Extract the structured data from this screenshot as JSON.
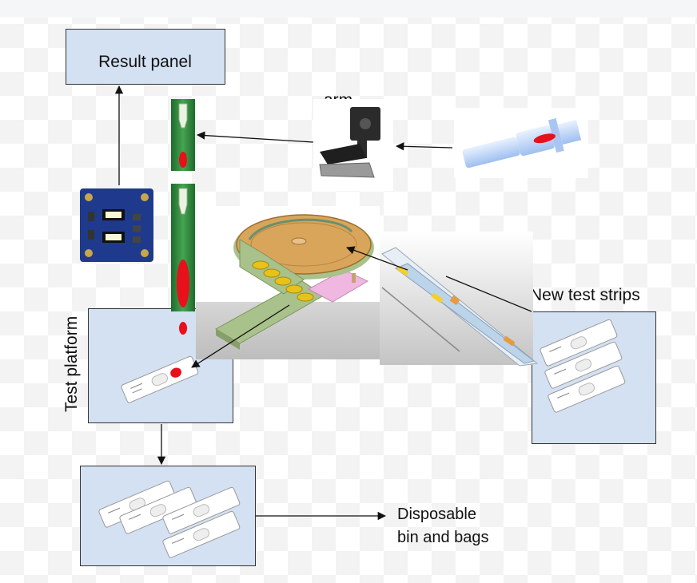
{
  "labels": {
    "result_panel": "Result panel",
    "arm": "arm",
    "new_test_strips": "New test strips",
    "test_platform": "Test platform",
    "disposable_line1": "Disposable",
    "disposable_line2": "bin and bags"
  },
  "colors": {
    "box_fill": "#d3e1f2",
    "sample_red": "#e8101a",
    "tube_green": "#2e8b3a",
    "track_gold": "#e6c21a",
    "wood": "#d9a55a",
    "sensor_board": "#1f3a8c"
  },
  "icons": {
    "sensor": "color-sensor-board",
    "arm": "robot-arm",
    "syringe": "blood-sample-syringe",
    "carousel": "strip-carousel-track",
    "feeder": "strip-feeder-rail",
    "strip": "test-strip"
  }
}
